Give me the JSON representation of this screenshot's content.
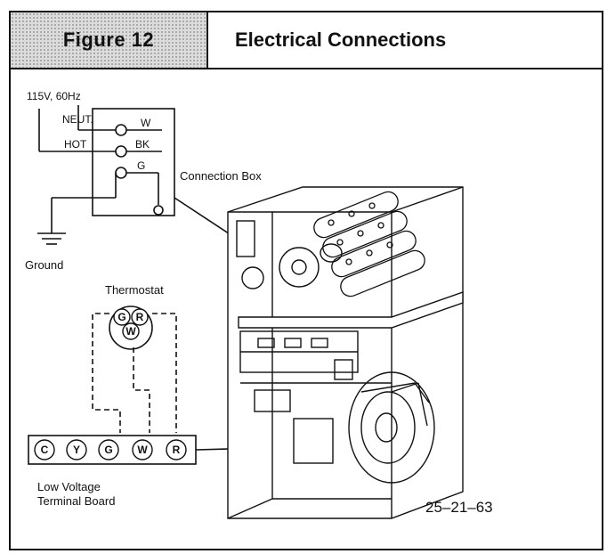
{
  "header": {
    "figure_label": "Figure 12",
    "title": "Electrical Connections"
  },
  "supply": {
    "voltage": "115V, 60Hz",
    "neutral": "NEUT.",
    "hot": "HOT",
    "wires": {
      "w": "W",
      "bk": "BK",
      "g": "G"
    }
  },
  "labels": {
    "connection_box": "Connection Box",
    "ground": "Ground",
    "thermostat": "Thermostat",
    "board_line1": "Low Voltage",
    "board_line2": "Terminal Board",
    "part_number": "25–21–63"
  },
  "thermostat_terminals": [
    "G",
    "R",
    "W"
  ],
  "board_terminals": [
    "C",
    "Y",
    "G",
    "W",
    "R"
  ]
}
